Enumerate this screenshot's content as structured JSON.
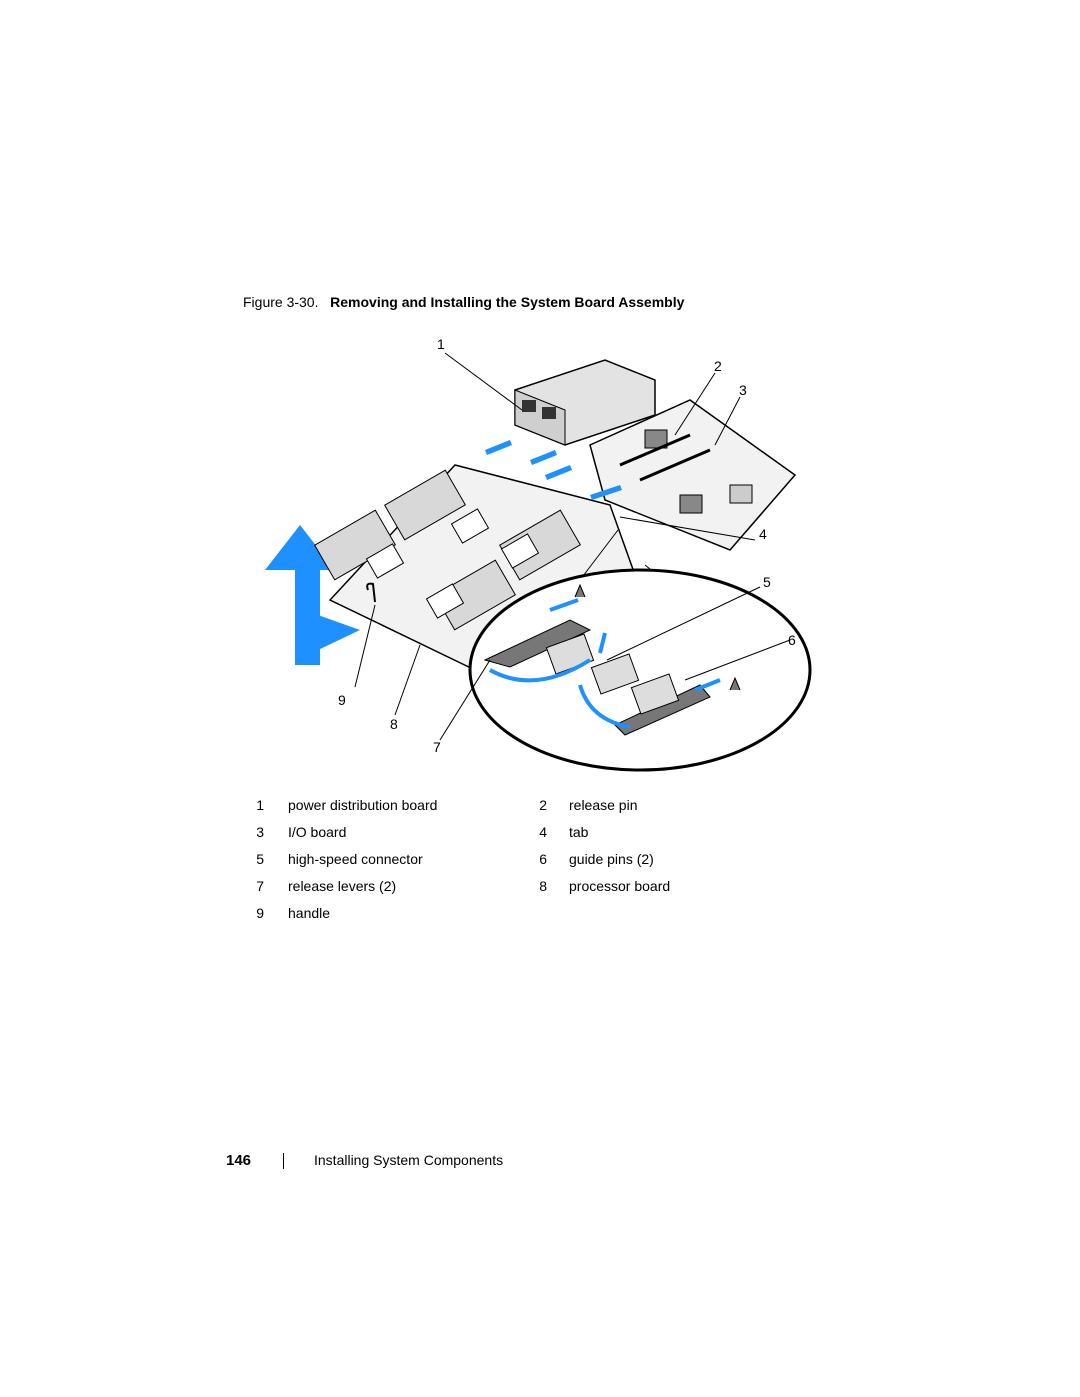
{
  "caption": {
    "prefix": "Figure 3-30.",
    "title": "Removing and Installing the System Board Assembly"
  },
  "callouts": [
    "1",
    "2",
    "3",
    "4",
    "5",
    "6",
    "7",
    "8",
    "9"
  ],
  "legend": [
    {
      "num": "1",
      "label": "power distribution board"
    },
    {
      "num": "2",
      "label": "release pin"
    },
    {
      "num": "3",
      "label": "I/O board"
    },
    {
      "num": "4",
      "label": "tab"
    },
    {
      "num": "5",
      "label": "high-speed connector"
    },
    {
      "num": "6",
      "label": "guide pins (2)"
    },
    {
      "num": "7",
      "label": "release levers (2)"
    },
    {
      "num": "8",
      "label": "processor board"
    },
    {
      "num": "9",
      "label": "handle"
    }
  ],
  "footer": {
    "page_number": "146",
    "section_title": "Installing System Components"
  },
  "colors": {
    "arrow_blue": "#1e90ff",
    "line": "#000000"
  }
}
